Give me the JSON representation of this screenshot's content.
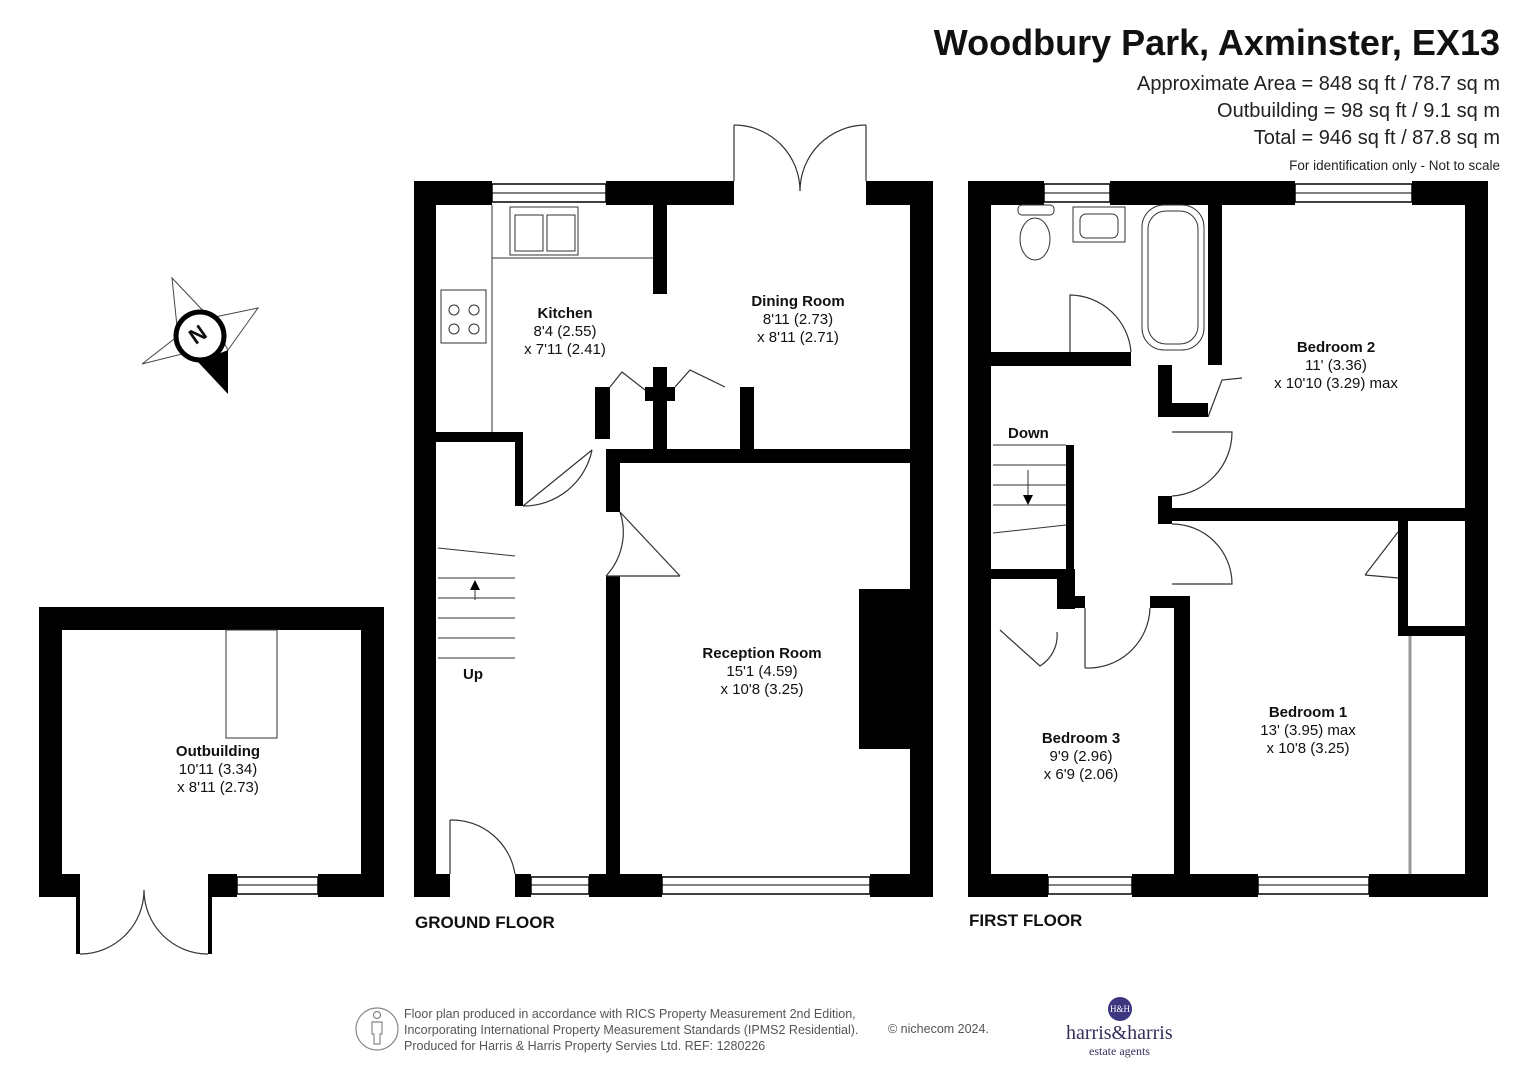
{
  "header": {
    "title": "Woodbury Park, Axminster, EX13",
    "area_lines": [
      "Approximate Area = 848 sq ft / 78.7 sq m",
      "Outbuilding = 98 sq ft / 9.1 sq m",
      "Total = 946 sq ft / 87.8 sq m"
    ],
    "note": "For identification only - Not to scale"
  },
  "compass": {
    "label": "N",
    "icon": "compass-icon"
  },
  "rooms": {
    "kitchen": {
      "name": "Kitchen",
      "dim1": "8'4 (2.55)",
      "dim2": "x 7'11 (2.41)"
    },
    "dining": {
      "name": "Dining Room",
      "dim1": "8'11 (2.73)",
      "dim2": "x 8'11 (2.71)"
    },
    "reception": {
      "name": "Reception Room",
      "dim1": "15'1 (4.59)",
      "dim2": "x 10'8 (3.25)"
    },
    "outbuilding": {
      "name": "Outbuilding",
      "dim1": "10'11 (3.34)",
      "dim2": "x 8'11 (2.73)"
    },
    "bedroom1": {
      "name": "Bedroom 1",
      "dim1": "13' (3.95) max",
      "dim2": "x 10'8 (3.25)"
    },
    "bedroom2": {
      "name": "Bedroom 2",
      "dim1": "11' (3.36)",
      "dim2": "x 10'10 (3.29) max"
    },
    "bedroom3": {
      "name": "Bedroom 3",
      "dim1": "9'9 (2.96)",
      "dim2": "x 6'9 (2.06)"
    }
  },
  "stairs": {
    "up": "Up",
    "down": "Down"
  },
  "floors": {
    "ground": "GROUND FLOOR",
    "first": "FIRST FLOOR"
  },
  "footer": {
    "lines": [
      "Floor plan produced in accordance with RICS Property Measurement 2nd Edition,",
      "Incorporating International Property Measurement Standards (IPMS2 Residential).",
      "Produced for Harris & Harris Property Servies Ltd.   REF:  1280226"
    ],
    "copyright": "© nichecom 2024.",
    "brand": "harris&harris",
    "brand_sub": "estate agents",
    "brand_badge": "H&H"
  },
  "colors": {
    "wall": "#000000",
    "line": "#333333",
    "brand": "#33305a"
  }
}
